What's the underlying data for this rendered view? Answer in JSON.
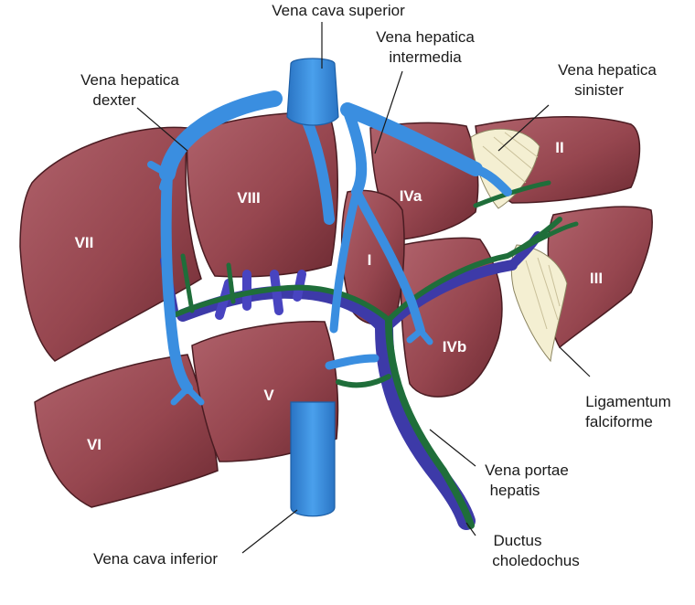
{
  "colors": {
    "liver": "#96464f",
    "liver_shadow": "#6e2b33",
    "liver_highlight": "#b86a72",
    "vena_cava": "#3a8ee0",
    "portal_vein": "#3d3aa8",
    "bile_duct": "#1f6e3a",
    "ligament": "#f4efd2"
  },
  "labels": {
    "vena_cava_superior": "Vena cava superior",
    "vena_hepatica_dexter": [
      "Vena hepatica",
      "dexter"
    ],
    "vena_hepatica_intermedia": [
      "Vena hepatica",
      "intermedia"
    ],
    "vena_hepatica_sinister": [
      "Vena hepatica",
      "sinister"
    ],
    "ligamentum_falciforme": [
      "Ligamentum",
      "falciforme"
    ],
    "vena_portae_hepatis": [
      "Vena portae",
      "hepatis"
    ],
    "ductus_choledochus": [
      "Ductus",
      "choledochus"
    ],
    "vena_cava_inferior": "Vena cava inferior"
  },
  "segments": {
    "s2": "II",
    "s3": "III",
    "s4a": "IVa",
    "s4b": "IVb",
    "s1": "I",
    "s5": "V",
    "s6": "VI",
    "s7": "VII",
    "s8": "VIII"
  }
}
